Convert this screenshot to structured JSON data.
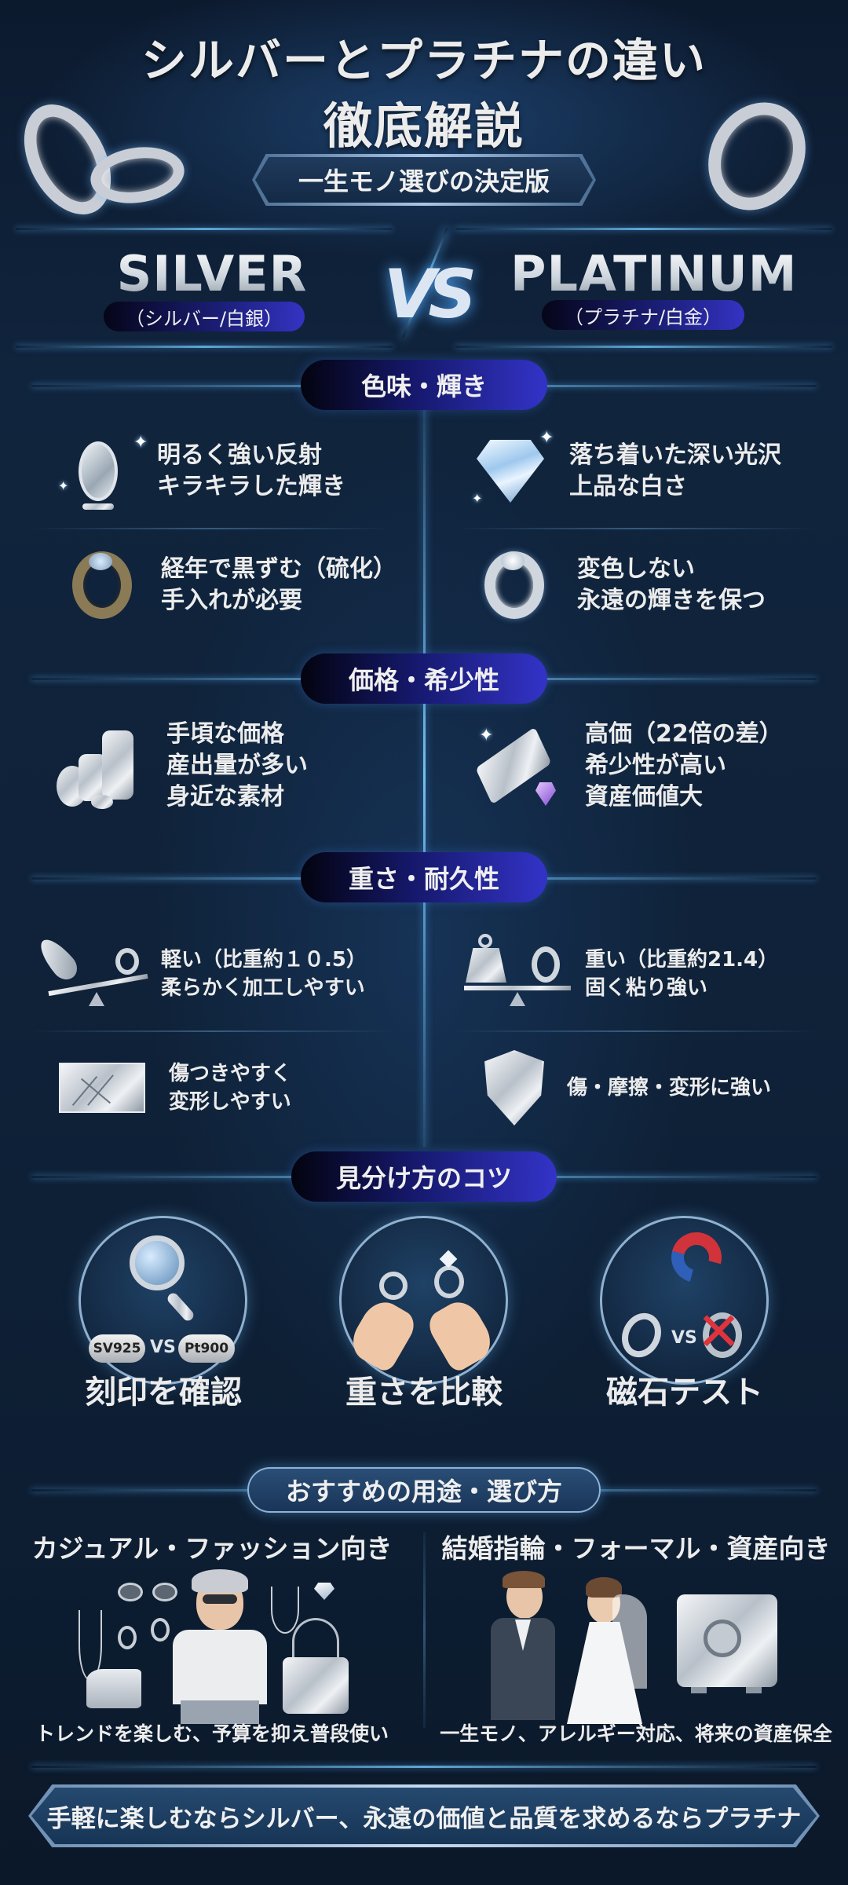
{
  "header": {
    "title_line1": "シルバーとプラチナの違い",
    "title_line2": "徹底解説",
    "subtitle": "一生モノ選びの決定版"
  },
  "versus": {
    "left": {
      "name": "SILVER",
      "reading": "（シルバー/白銀）"
    },
    "vs_label": "VS",
    "right": {
      "name": "PLATINUM",
      "reading": "（プラチナ/白金）"
    }
  },
  "sections": [
    {
      "title": "色味・輝き",
      "rows": [
        {
          "silver": {
            "icon": "mirror-icon",
            "lines": [
              "明るく強い反射",
              "キラキラした輝き"
            ]
          },
          "platinum": {
            "icon": "diamond-icon",
            "lines": [
              "落ち着いた深い光沢",
              "上品な白さ"
            ]
          }
        },
        {
          "silver": {
            "icon": "tarnished-ring-icon",
            "lines": [
              "経年で黒ずむ（硫化）",
              "手入れが必要"
            ]
          },
          "platinum": {
            "icon": "shiny-ring-icon",
            "lines": [
              "変色しない",
              "永遠の輝きを保つ"
            ]
          }
        }
      ]
    },
    {
      "title": "価格・希少性",
      "rows": [
        {
          "silver": {
            "icon": "coins-icon",
            "lines": [
              "手頃な価格",
              "産出量が多い",
              "身近な素材"
            ]
          },
          "platinum": {
            "icon": "ingot-icon",
            "lines": [
              "高価（22倍の差）",
              "希少性が高い",
              "資産価値大"
            ]
          }
        }
      ]
    },
    {
      "title": "重さ・耐久性",
      "rows": [
        {
          "silver": {
            "icon": "feather-scale-icon",
            "lines": [
              "軽い（比重約１０.5）",
              "柔らかく加工しやすい"
            ]
          },
          "platinum": {
            "icon": "weight-scale-icon",
            "lines": [
              "重い（比重約21.4）",
              "固く粘り強い"
            ]
          }
        },
        {
          "silver": {
            "icon": "scratched-plate-icon",
            "lines": [
              "傷つきやすく",
              "変形しやすい"
            ]
          },
          "platinum": {
            "icon": "shield-icon",
            "lines": [
              "傷・摩擦・変形に強い"
            ]
          }
        }
      ]
    }
  ],
  "tips": {
    "title": "見分け方のコツ",
    "items": [
      {
        "icon": "magnifier-icon",
        "label": "刻印を確認",
        "stamp_left": "SV925",
        "stamp_vs": "VS",
        "stamp_right": "Pt900"
      },
      {
        "icon": "hands-rings-icon",
        "label": "重さを比較"
      },
      {
        "icon": "magnet-icon",
        "label": "磁石テスト",
        "vs": "VS"
      }
    ]
  },
  "usage": {
    "title": "おすすめの用途・選び方",
    "silver": {
      "heading": "カジュアル・ファッション向き",
      "footer": "トレンドを楽しむ、予算を抑え普段使い"
    },
    "platinum": {
      "heading": "結婚指輪・フォーマル・資産向き",
      "footer": "一生モノ、アレルギー対応、将来の資産保全"
    }
  },
  "conclusion": "手軽に楽しむならシルバー、永遠の価値と品質を求めるならプラチナ",
  "colors": {
    "background": "#0f2239",
    "badge_start": "#03030f",
    "badge_end": "#3333c8",
    "glow": "#6ec0f0",
    "text": "#ececec"
  }
}
